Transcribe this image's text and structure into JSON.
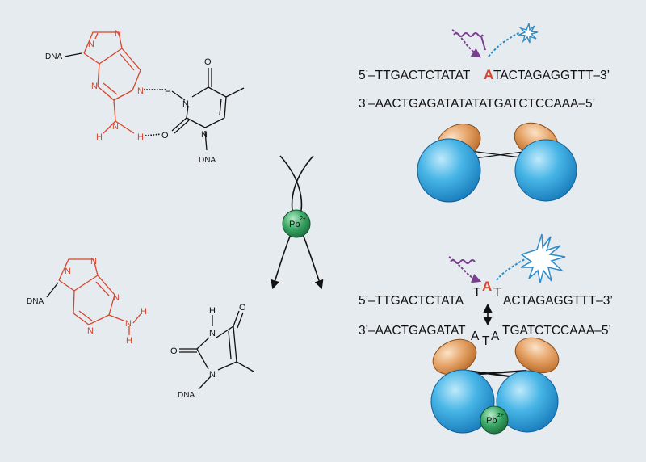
{
  "structures": {
    "purine_top": {
      "n7": "N",
      "n3": "N",
      "n1": "N",
      "n9": "N",
      "n_amino": "N",
      "h_amino1": "H",
      "h_amino2": "H",
      "dna": "DNA"
    },
    "thymine_top": {
      "o4": "O",
      "o2": "O",
      "n3": "N",
      "n1": "N",
      "h3": "H",
      "dna": "DNA"
    },
    "purine_free": {
      "n7": "N",
      "n9": "N",
      "n3": "N",
      "n1": "N",
      "n_amino": "N",
      "h1": "H",
      "h2": "H",
      "dna": "DNA"
    },
    "thymine_free": {
      "h3": "H",
      "n3": "N",
      "o4": "O",
      "o2": "O",
      "n1": "N",
      "dna": "DNA"
    }
  },
  "top_duplex": {
    "strand1_left": "5’–TTGACTCTATAT",
    "highlight": "A",
    "strand1_right": "TACTAGAGGTTT–3’",
    "strand2": "3’–AACTGAGATATATATGATCTCCAAA–5’"
  },
  "bottom_duplex": {
    "strand1_left": "5’–TTGACTCTATA",
    "bulge_left": "T",
    "highlight": "A",
    "bulge_right": "T",
    "strand1_right": "ACTAGAGGTTT–3’",
    "strand2_left": "3’–AACTGAGATAT",
    "bulge2_a1": "A",
    "bulge2_t": "T",
    "bulge2_a2": "A",
    "strand2_right": "TGATCTCCAAA–5’"
  },
  "ion": {
    "symbol": "Pb",
    "charge": "2+"
  },
  "colors": {
    "red": "#d8452c",
    "orange": "#e39a57",
    "blue": "#2fa6de",
    "green": "#2f9a5e",
    "purple": "#7b3d8f",
    "cyan": "#2c8bc8"
  }
}
